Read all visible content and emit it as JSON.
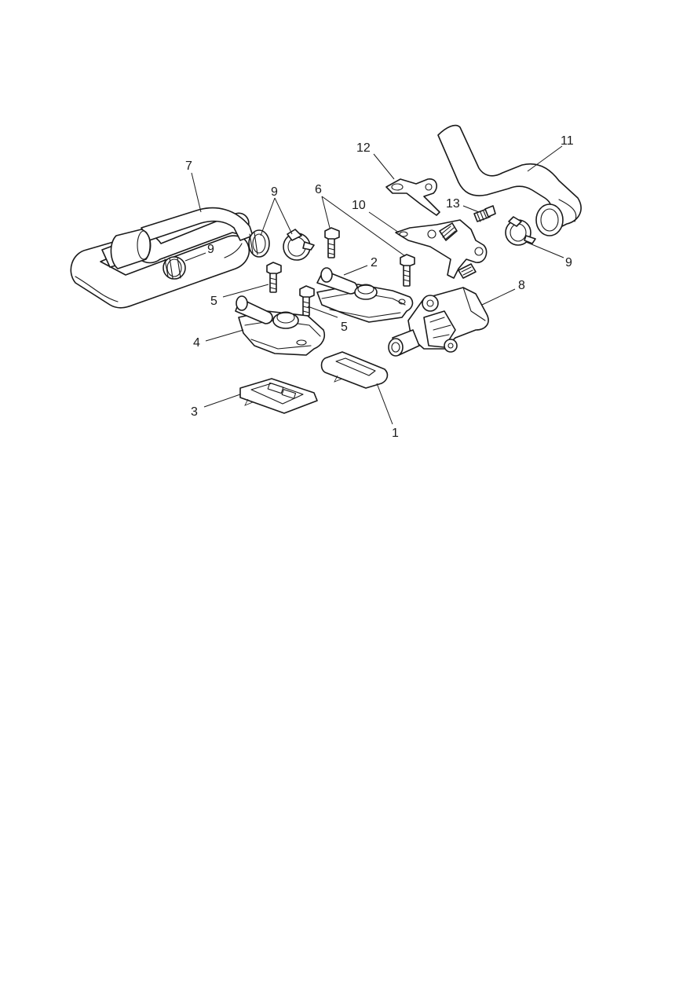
{
  "diagram": {
    "callouts": {
      "c1": "1",
      "c2": "2",
      "c3": "3",
      "c4": "4",
      "c5a": "5",
      "c5b": "5",
      "c6": "6",
      "c7": "7",
      "c8": "8",
      "c9a": "9",
      "c9b": "9",
      "c9c": "9",
      "c10": "10",
      "c11": "11",
      "c12": "12",
      "c13": "13"
    }
  }
}
